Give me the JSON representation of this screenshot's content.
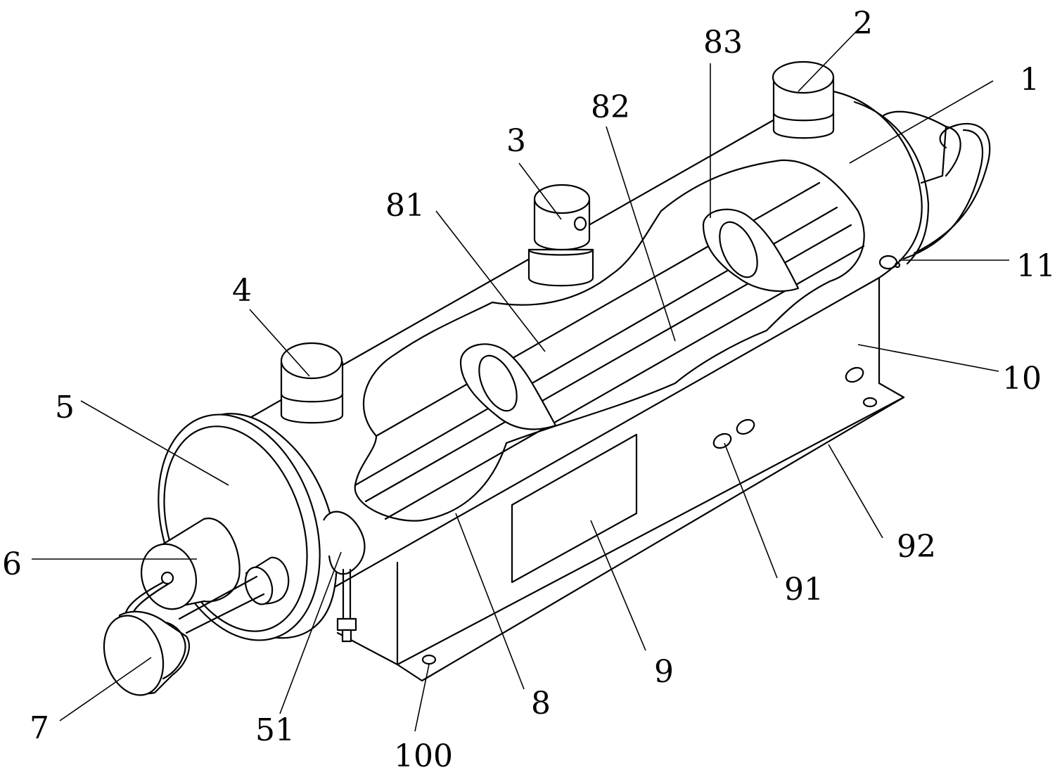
{
  "labels": {
    "l1": "1",
    "l2": "2",
    "l3": "3",
    "l4": "4",
    "l5": "5",
    "l6": "6",
    "l7": "7",
    "l8": "8",
    "l9": "9",
    "l10": "10",
    "l11": "11",
    "l51": "51",
    "l81": "81",
    "l82": "82",
    "l83": "83",
    "l91": "91",
    "l92": "92",
    "l100": "100"
  }
}
